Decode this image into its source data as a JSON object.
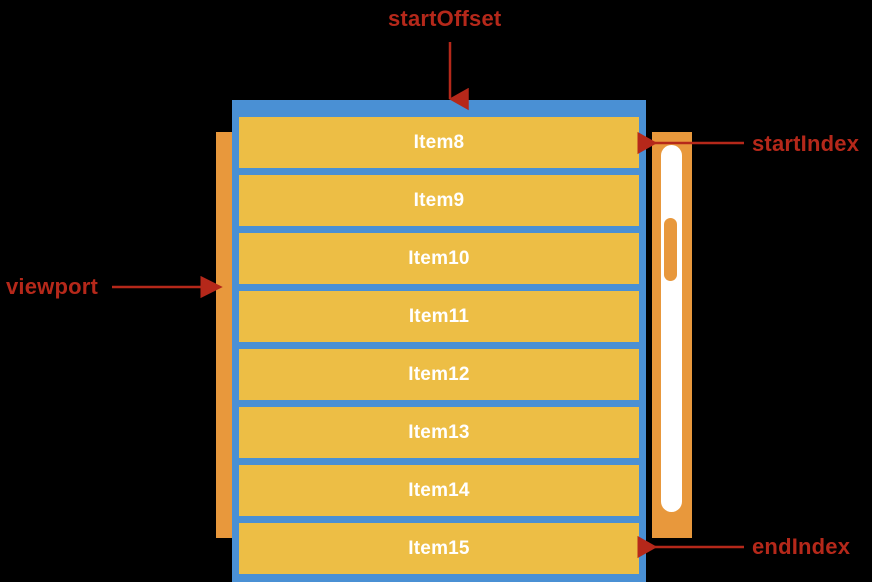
{
  "diagram": {
    "title": "virtual-list-windowing-diagram",
    "background_color": "#000000",
    "colors": {
      "container": "#4a90d4",
      "item": "#edbe45",
      "item_text": "#ffffff",
      "viewport_marker": "#e8983c",
      "scrollbar_track": "#e8983c",
      "scrollbar_well": "#ffffff",
      "scrollbar_thumb": "#e8983c",
      "annotation": "#b5281a"
    }
  },
  "list": {
    "name": "rendered-window",
    "items": [
      {
        "label": "Item8"
      },
      {
        "label": "Item9"
      },
      {
        "label": "Item10"
      },
      {
        "label": "Item11"
      },
      {
        "label": "Item12"
      },
      {
        "label": "Item13"
      },
      {
        "label": "Item14"
      },
      {
        "label": "Item15"
      }
    ]
  },
  "annotations": [
    {
      "key": "start_offset",
      "label": "startOffset",
      "arrow": "down",
      "target": "top-of-container"
    },
    {
      "key": "start_index",
      "label": "startIndex",
      "arrow": "left",
      "target": "first-item"
    },
    {
      "key": "viewport",
      "label": "viewport",
      "arrow": "right",
      "target": "viewport-bar"
    },
    {
      "key": "end_index",
      "label": "endIndex",
      "arrow": "left",
      "target": "last-item"
    }
  ]
}
